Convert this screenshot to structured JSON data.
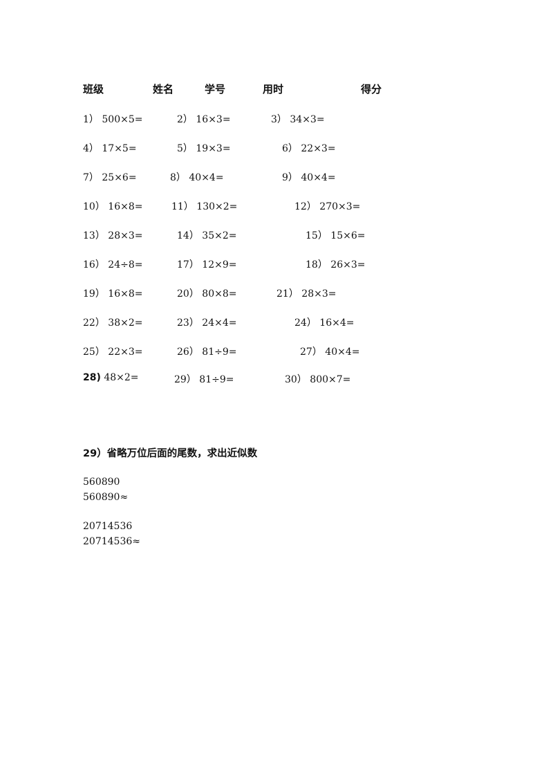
{
  "header": {
    "class_label": "班级",
    "name_label": "姓名",
    "student_id_label": "学号",
    "time_label": "用时",
    "score_label": "得分"
  },
  "problems": [
    [
      {
        "num": "1）",
        "expr": "500×5="
      },
      {
        "num": "2）",
        "expr": "16×3="
      },
      {
        "num": "3）",
        "expr": "34×3="
      }
    ],
    [
      {
        "num": "4）",
        "expr": "17×5="
      },
      {
        "num": "5）",
        "expr": "19×3="
      },
      {
        "num": "6）",
        "expr": "22×3="
      }
    ],
    [
      {
        "num": "7）",
        "expr": "25×6="
      },
      {
        "num": "8）",
        "expr": "40×4="
      },
      {
        "num": "9）",
        "expr": "40×4="
      }
    ],
    [
      {
        "num": "10）",
        "expr": "16×8="
      },
      {
        "num": "11）",
        "expr": "130×2="
      },
      {
        "num": "12）",
        "expr": "270×3="
      }
    ],
    [
      {
        "num": "13）",
        "expr": "28×3="
      },
      {
        "num": "14）",
        "expr": "35×2="
      },
      {
        "num": "15）",
        "expr": "15×6="
      }
    ],
    [
      {
        "num": "16）",
        "expr": "24÷8="
      },
      {
        "num": "17）",
        "expr": "12×9="
      },
      {
        "num": "18）",
        "expr": "26×3="
      }
    ],
    [
      {
        "num": "19）",
        "expr": "16×8="
      },
      {
        "num": "20）",
        "expr": "80×8="
      },
      {
        "num": "21）",
        "expr": "28×3="
      }
    ],
    [
      {
        "num": "22）",
        "expr": "38×2="
      },
      {
        "num": "23）",
        "expr": "24×4="
      },
      {
        "num": "24）",
        "expr": "16×4="
      }
    ],
    [
      {
        "num": "25）",
        "expr": "22×3="
      },
      {
        "num": "26）",
        "expr": "81÷9="
      },
      {
        "num": "27）",
        "expr": "40×4="
      }
    ],
    [
      {
        "num": "28)",
        "expr": "48×2="
      },
      {
        "num": "29）",
        "expr": "81÷9="
      },
      {
        "num": "30）",
        "expr": "800×7="
      }
    ]
  ],
  "section": {
    "title": "29）省略万位后面的尾数，求出近似数",
    "items": [
      {
        "number": "560890",
        "approx": "560890≈"
      },
      {
        "number": "20714536",
        "approx": "20714536≈"
      }
    ]
  }
}
